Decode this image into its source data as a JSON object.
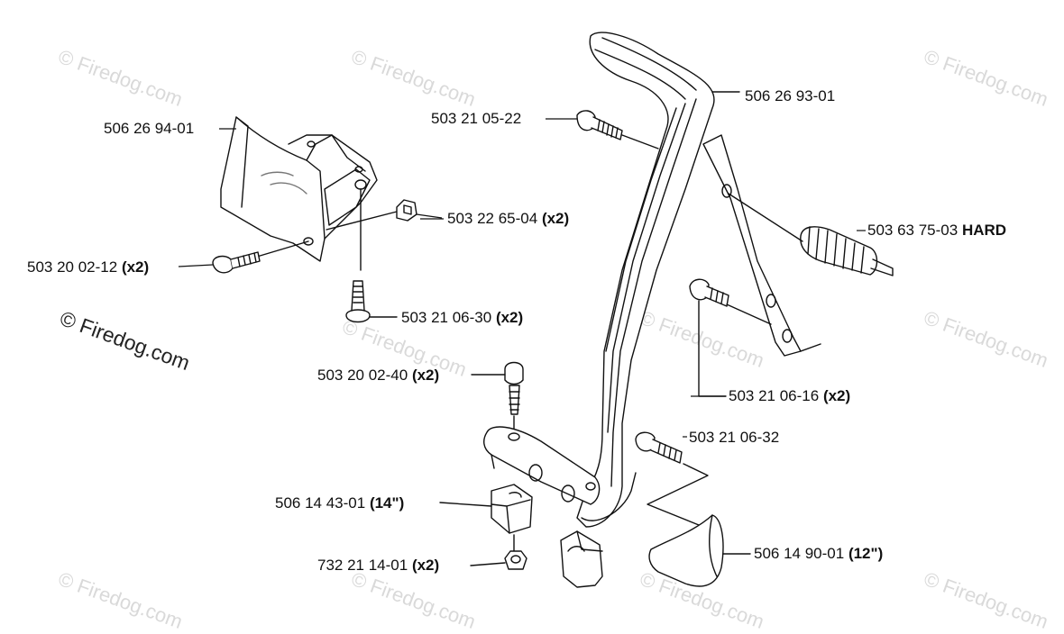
{
  "watermark": "© Firedog.com",
  "brand_mark": "© Firedog.com",
  "parts": [
    {
      "number": "506 26 94-01",
      "qty": ""
    },
    {
      "number": "503 22 65-04",
      "qty": "(x2)"
    },
    {
      "number": "503 20 02-12",
      "qty": "(x2)"
    },
    {
      "number": "503 21 06-30",
      "qty": "(x2)"
    },
    {
      "number": "503 21 05-22",
      "qty": ""
    },
    {
      "number": "506 26 93-01",
      "qty": ""
    },
    {
      "number": "503 63 75-03",
      "qty": "HARD"
    },
    {
      "number": "503 21 06-16",
      "qty": "(x2)"
    },
    {
      "number": "503 20 02-40",
      "qty": "(x2)"
    },
    {
      "number": "503 21 06-32",
      "qty": ""
    },
    {
      "number": "506 14 43-01",
      "qty": "(14\")"
    },
    {
      "number": "732 21 14-01",
      "qty": "(x2)"
    },
    {
      "number": "506 14 90-01",
      "qty": "(12\")"
    }
  ]
}
